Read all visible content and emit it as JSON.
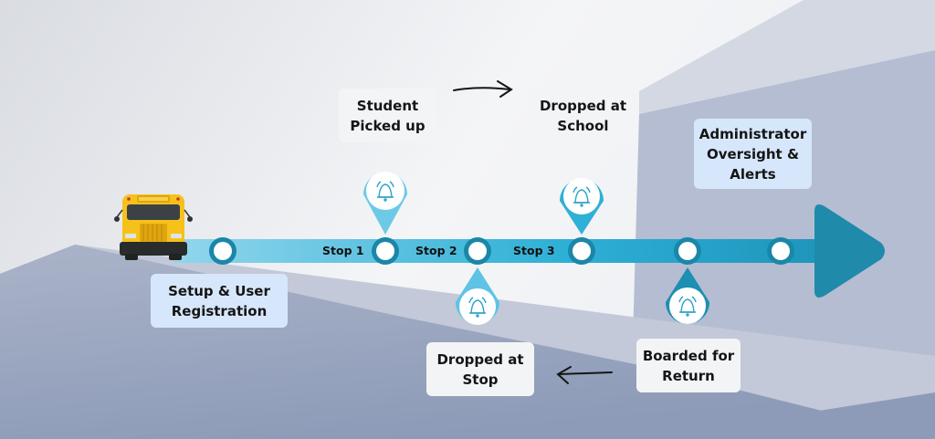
{
  "diagram": {
    "steps": [
      {
        "label": "Setup & User\nRegistration",
        "style": "blue"
      },
      {
        "label": "Student\nPicked up",
        "style": "white"
      },
      {
        "label": "Dropped at\nSchool",
        "style": "white"
      },
      {
        "label": "Administrator\nOversight &\nAlerts",
        "style": "blue"
      },
      {
        "label": "Dropped at\nStop",
        "style": "white"
      },
      {
        "label": "Boarded for\nReturn",
        "style": "white"
      }
    ],
    "stops": [
      "Stop 1",
      "Stop 2",
      "Stop 3"
    ],
    "icons": {
      "vehicle": "school-bus-icon",
      "alert": "bell-icon",
      "flow_arrow": "hand-drawn-arrow-icon"
    },
    "colors": {
      "track_start": "#8fd3ea",
      "track_end": "#1f9dc6",
      "arrow_head": "#1f8aa9",
      "node_ring": "#1a87a8",
      "node_fill": "#ffffff",
      "pin_light": "#5ec3e4",
      "pin_dark": "#1d8fb0",
      "bell": "#2ba3c8",
      "box_white": "#f3f4f6",
      "box_blue": "#d6e7fb",
      "text": "#151515"
    }
  }
}
